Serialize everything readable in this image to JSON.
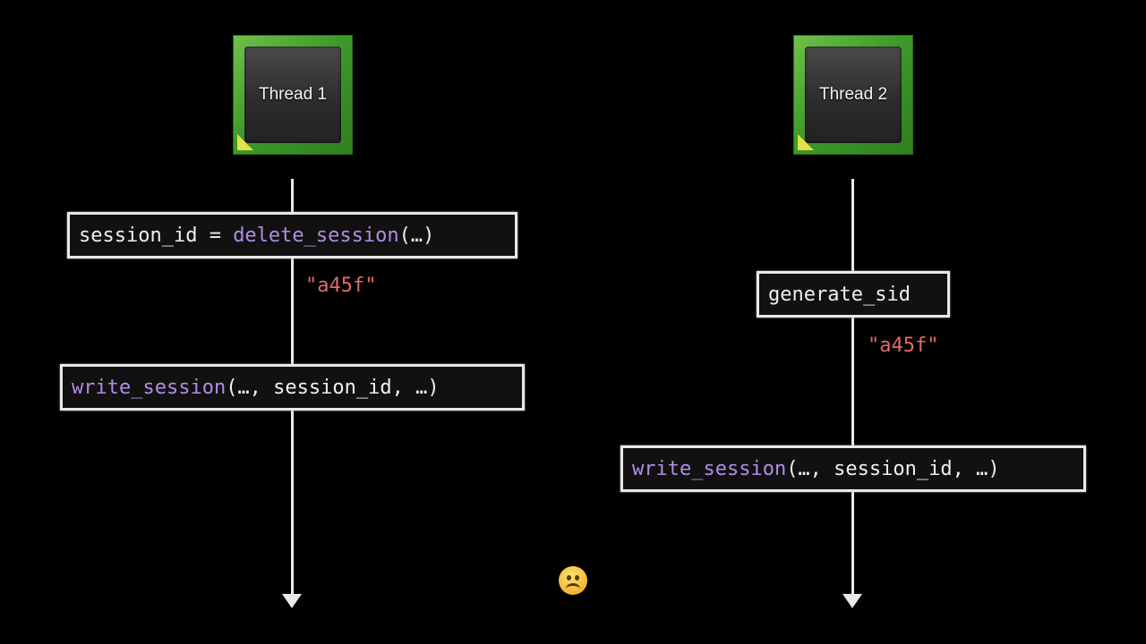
{
  "threads": [
    {
      "title": "Thread 1"
    },
    {
      "title": "Thread 2"
    }
  ],
  "thread1": {
    "call1": {
      "prefix": "session_id = ",
      "fn": "delete_session",
      "args": "(…)"
    },
    "return1": "\"a45f\"",
    "call2": {
      "fn": "write_session",
      "args": "(…, session_id, …)"
    }
  },
  "thread2": {
    "call1": {
      "text": "generate_sid"
    },
    "return1": "\"a45f\"",
    "call2": {
      "fn": "write_session",
      "args": "(…, session_id, …)"
    }
  },
  "icons": {
    "sad_face": "worried-face-icon"
  },
  "colors": {
    "function_name": "#b18ce6",
    "string_literal": "#e06a6a",
    "thread_tile": "#3f9a2a"
  }
}
